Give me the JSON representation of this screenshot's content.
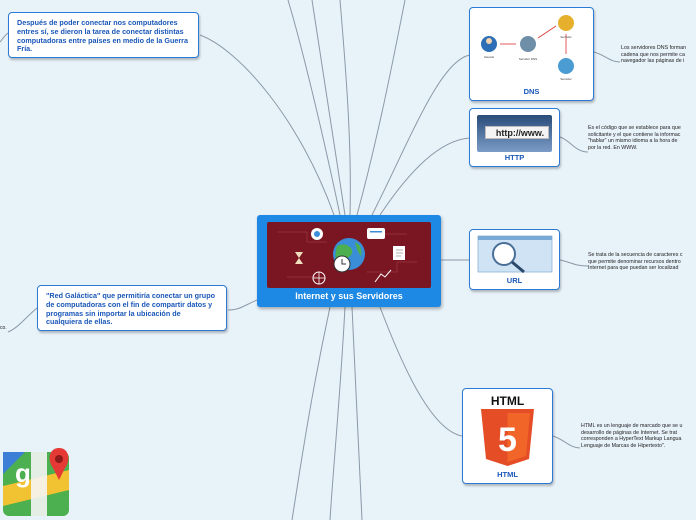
{
  "central": {
    "title": "Internet y sus Servidores"
  },
  "topics": {
    "dns": {
      "label": "DNS",
      "desc": [
        "Los servidores DNS forman",
        "cadena que nos permite ca",
        "navegador las páginas de i"
      ]
    },
    "http": {
      "label": "HTTP",
      "banner": "http://www.",
      "desc": [
        "Es el código que se establece para que",
        "solicitante y el que contiene la informac",
        "\"hablar\" un mismo idioma a la hora de",
        "por la red. En WWW."
      ]
    },
    "url": {
      "label": "URL",
      "desc": [
        "Se trata de la secuencia de caracteres c",
        "que permite denominar recursos dentro",
        "Internet para que puedan ser localizad"
      ]
    },
    "html": {
      "label": "HTML",
      "logo_word": "HTML",
      "logo_digit": "5",
      "desc": [
        "HTML es un lenguaje de marcado que se u",
        "desarrollo de páginas de Internet. Se trat",
        "corresponden a HyperText Markup Langua",
        "Lenguaje de Marcas de Hipertexto\"."
      ]
    }
  },
  "notes": {
    "cold_war": "Después de poder conectar nos computadores entres sí, se dieron la tarea de conectar distintas computadoras entre países en medio de la Guerra Fría.",
    "galactic": "\"Red Galáctica\" que permitiría conectar un grupo de computadoras con el fin de compartir datos y programas sin importar la ubicación de cualquiera de ellas.",
    "left_fragment": "co."
  },
  "dns_diagram": {
    "user": "Usuario",
    "server1": "Servidor DNS",
    "server2": "Servidor",
    "server3": "Servidor"
  },
  "colors": {
    "accent": "#1e88e5",
    "node_border": "#2b7bd6",
    "text_blue": "#1a57b8",
    "panel": "#7a1622",
    "background": "#e8f2f9"
  },
  "icons": [
    "globe-icon",
    "clock-icon",
    "hourglass-icon",
    "chat-icon",
    "document-icon",
    "chart-icon",
    "maps-logo-icon",
    "html5-logo-icon",
    "magnifier-icon"
  ]
}
